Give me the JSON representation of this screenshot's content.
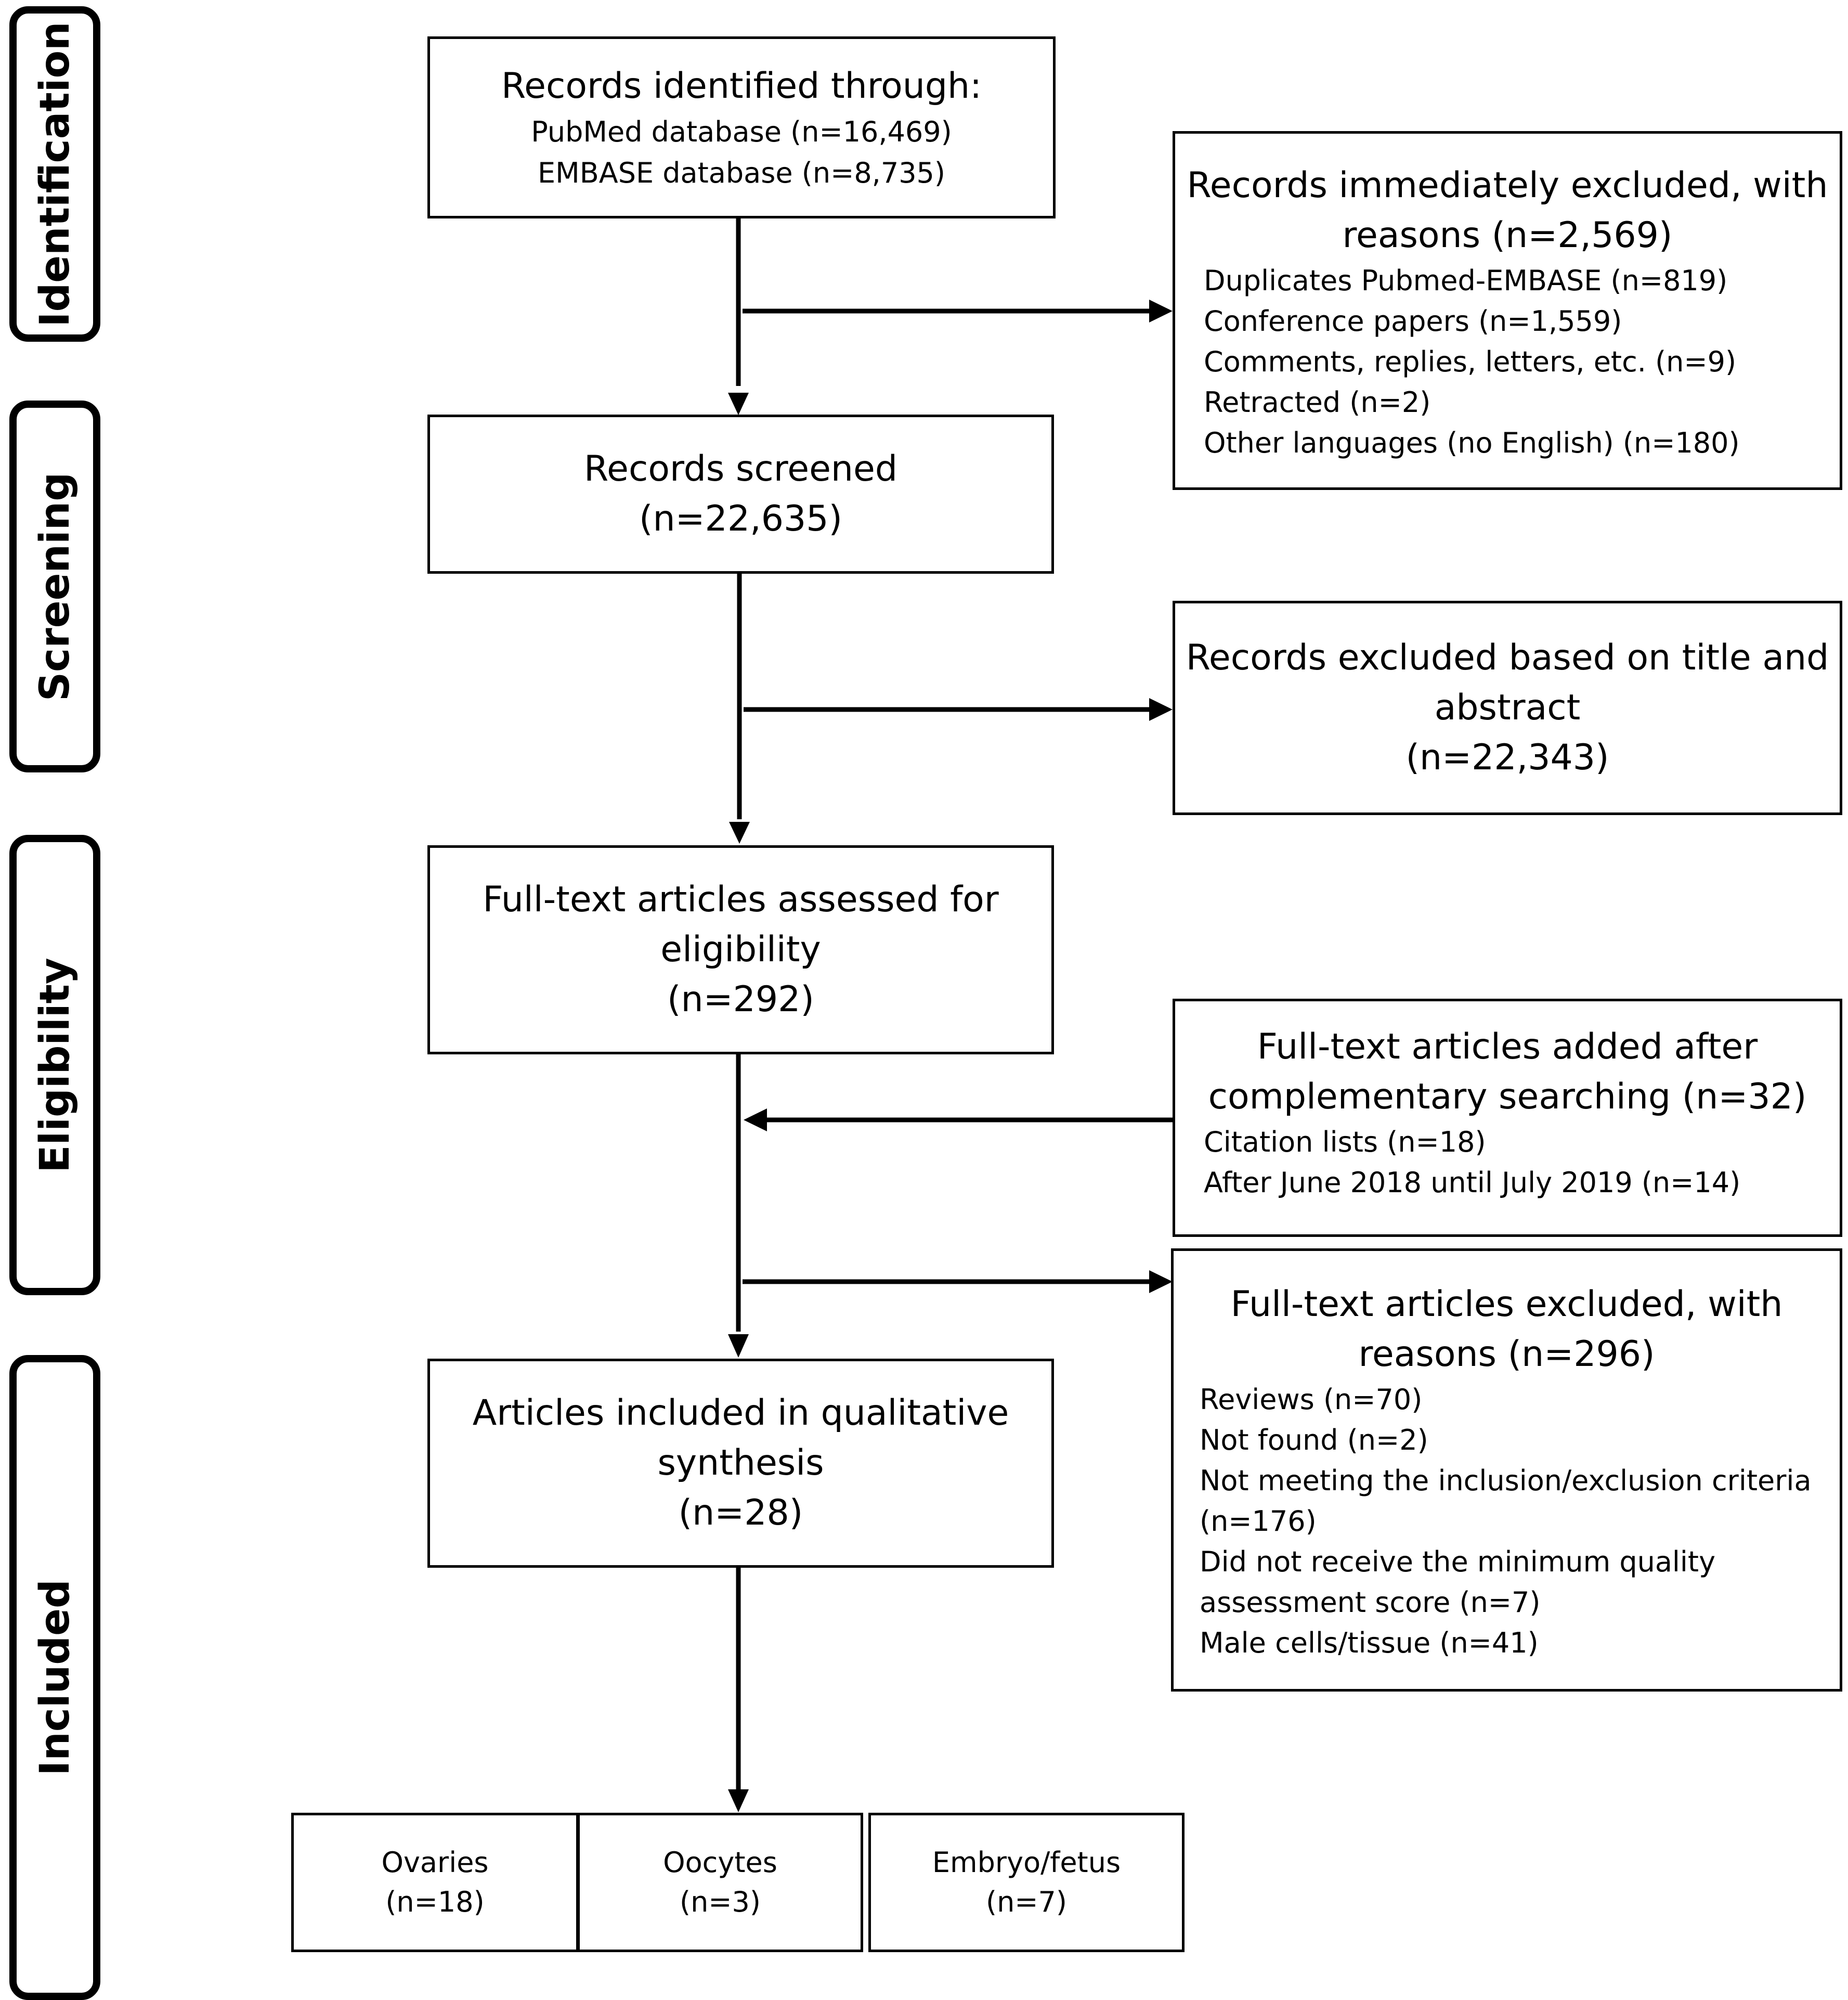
{
  "phases": {
    "identification": "Identification",
    "screening": "Screening",
    "eligibility": "Eligibility",
    "included": "Included"
  },
  "identified": {
    "title": "Records identified through:",
    "lines": [
      "PubMed database (n=16,469)",
      "EMBASE database (n=8,735)"
    ]
  },
  "immediately_excluded": {
    "title_lines": [
      "Records immediately excluded, with",
      "reasons (n=2,569)"
    ],
    "items": [
      "Duplicates Pubmed-EMBASE (n=819)",
      "Conference papers (n=1,559)",
      "Comments, replies, letters, etc. (n=9)",
      "Retracted (n=2)",
      "Other languages (no English) (n=180)"
    ]
  },
  "screened": {
    "lines": [
      "Records screened",
      "(n=22,635)"
    ]
  },
  "excluded_title_abstract": {
    "lines": [
      "Records excluded based on title and",
      "abstract",
      "(n=22,343)"
    ]
  },
  "fulltext_assessed": {
    "lines": [
      "Full-text articles assessed for",
      "eligibility",
      "(n=292)"
    ]
  },
  "fulltext_added": {
    "title_lines": [
      "Full-text articles added after",
      "complementary searching (n=32)"
    ],
    "items": [
      "Citation lists (n=18)",
      "After June 2018 until July 2019 (n=14)"
    ]
  },
  "fulltext_excluded": {
    "title_lines": [
      "Full-text articles excluded, with",
      "reasons (n=296)"
    ],
    "items": [
      "Reviews (n=70)",
      "Not found (n=2)",
      "Not meeting the inclusion/exclusion criteria",
      "(n=176)",
      "Did not receive the minimum quality",
      "assessment score (n=7)",
      "Male cells/tissue (n=41)"
    ]
  },
  "included": {
    "lines": [
      "Articles included in qualitative",
      "synthesis",
      "(n=28)"
    ]
  },
  "categories": [
    {
      "name": "Ovaries",
      "count": "(n=18)"
    },
    {
      "name": "Oocytes",
      "count": "(n=3)"
    },
    {
      "name": "Embryo/fetus",
      "count": "(n=7)"
    }
  ]
}
